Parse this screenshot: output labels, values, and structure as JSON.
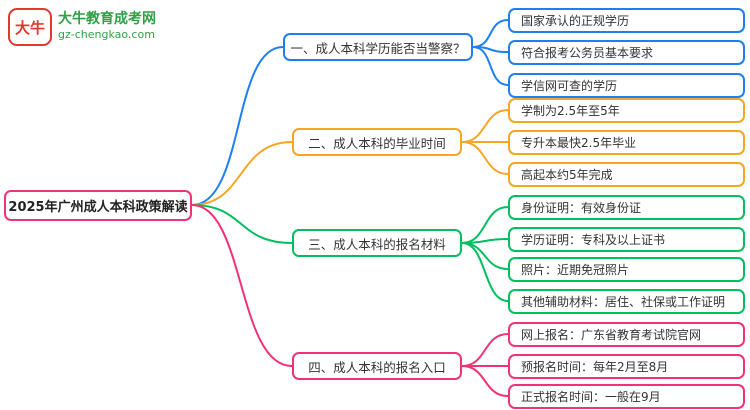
{
  "site": {
    "logo_text": "大牛",
    "site_name": "大牛教育成考网",
    "site_url": "gz-chengkao.com"
  },
  "root": {
    "label": "2025年广州成人本科政策解读"
  },
  "branches": [
    {
      "label": "一、成人本科学历能否当警察？",
      "color": "#1e80f0",
      "children": [
        "国家承认的正规学历",
        "符合报考公务员基本要求",
        "学信网可查的学历"
      ]
    },
    {
      "label": "二、成人本科的毕业时间",
      "color": "#f5a623",
      "children": [
        "学制为2.5年至5年",
        "专升本最快2.5年毕业",
        "高起本约5年完成"
      ]
    },
    {
      "label": "三、成人本科的报名材料",
      "color": "#00bf5f",
      "children": [
        "身份证明：有效身份证",
        "学历证明：专科及以上证书",
        "照片：近期免冠照片",
        "其他辅助材料：居住、社保或工作证明"
      ]
    },
    {
      "label": "四、成人本科的报名入口",
      "color": "#f03278",
      "children": [
        "网上报名：广东省教育考试院官网",
        "预报名时间：每年2月至8月",
        "正式报名时间：一般在9月"
      ]
    }
  ],
  "colors": {
    "root_border": "#f03278",
    "brand_red": "#e03a2f",
    "brand_green": "#2fa043"
  }
}
